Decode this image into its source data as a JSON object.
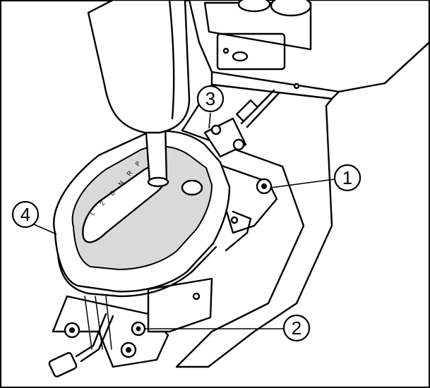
{
  "callouts": [
    {
      "number": "1",
      "target": "gate-bolt-upper"
    },
    {
      "number": "2",
      "target": "base-nut-lower"
    },
    {
      "number": "3",
      "target": "shift-cable-bracket"
    },
    {
      "number": "4",
      "target": "indicator-panel-cover"
    }
  ],
  "indicator_labels": [
    "P",
    "R",
    "N",
    "D",
    "2",
    "L"
  ]
}
